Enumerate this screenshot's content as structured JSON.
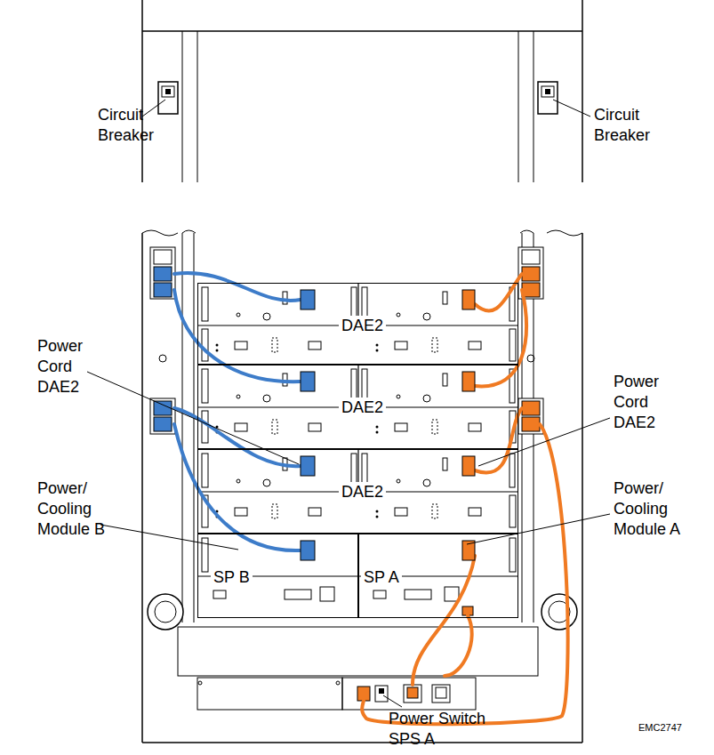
{
  "diagram": {
    "nodes": [
      {
        "text": [
          "DAE2"
        ]
      },
      {
        "text": [
          "DAE2"
        ]
      },
      {
        "text": [
          "DAE2"
        ]
      },
      {
        "text": [
          "SP B"
        ]
      },
      {
        "text": [
          "SP A"
        ]
      }
    ],
    "labels": [
      "Circuit Breaker",
      "Circuit Breaker",
      "Power Cord DAE2",
      "Power/ Cooling Module B",
      "Power Cord DAE2",
      "Power/ Cooling Module A",
      "Power Switch SPS A",
      "EMC2747"
    ]
  }
}
